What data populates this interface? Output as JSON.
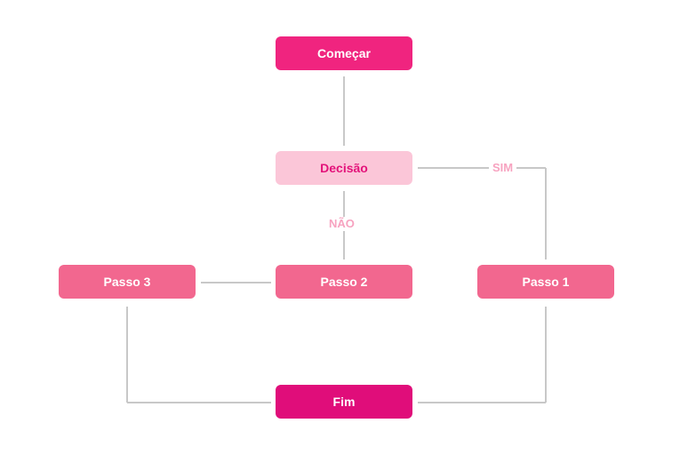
{
  "colors": {
    "start": "#f0247f",
    "decision_bg": "#fbc6d8",
    "decision_text": "#e3127a",
    "step": "#f2678f",
    "end": "#e00d7a",
    "edge_label": "#f7a3c0",
    "connector": "#c8c8c8"
  },
  "nodes": {
    "start": "Começar",
    "decision": "Decisão",
    "step1": "Passo 1",
    "step2": "Passo 2",
    "step3": "Passo 3",
    "end": "Fim"
  },
  "edges": {
    "yes": "SIM",
    "no": "NÃO"
  }
}
